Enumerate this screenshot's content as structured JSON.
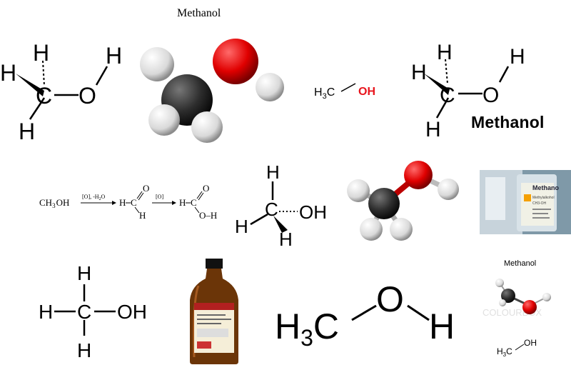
{
  "titles": {
    "top": "Methanol",
    "bold": "Methanol",
    "small": "Methanol"
  },
  "atoms": {
    "H": "H",
    "C": "C",
    "O": "O",
    "OH": "OH"
  },
  "condensed": {
    "h3c": "H",
    "sub3": "3",
    "c": "C",
    "oh": "OH"
  },
  "reaction": {
    "reactant": "CH",
    "reactant_sub": "3",
    "reactant_oh": "OH",
    "reagent1": "[O], -H",
    "reagent1_sub": "2",
    "reagent1_o": "O",
    "reagent2": "[O]",
    "aldehyde_h": "H",
    "aldehyde_c": "C",
    "aldehyde_o": "O",
    "aldehyde_h2": "H",
    "acid_h": "H",
    "acid_c": "C",
    "acid_o": "O",
    "acid_oh": "O–H"
  },
  "bottle": {
    "label_brand": "Methano",
    "label_lines": [
      "Methylalkohol",
      "CH3-OH"
    ]
  },
  "watermark": "COLOURBOX",
  "colors": {
    "oxygen_red": "#e8141c",
    "carbon_dark": "#3a3a3a",
    "hydrogen_white": "#efefef",
    "bond_red": "#cc1111",
    "amber_bottle": "#6b3508"
  }
}
